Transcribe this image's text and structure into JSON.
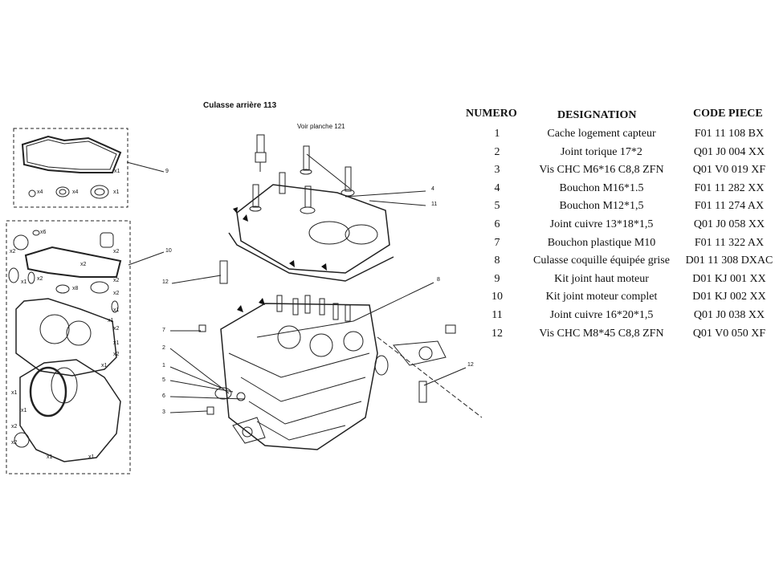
{
  "diagram": {
    "title": "Culasse arrière 113",
    "reference_note": "Voir planche 121",
    "quantity_marks": [
      "x1",
      "x4",
      "x4",
      "x1",
      "x6",
      "x2",
      "x2",
      "x2",
      "x1",
      "x2",
      "x8",
      "x2",
      "x2",
      "x1",
      "x1",
      "x2",
      "x1",
      "x1",
      "x2",
      "x1",
      "x1",
      "x2",
      "x2",
      "x1",
      "x1"
    ],
    "callouts": [
      "9",
      "10",
      "4",
      "11",
      "8",
      "12",
      "7",
      "2",
      "1",
      "5",
      "6",
      "3",
      "12"
    ]
  },
  "table": {
    "headers": {
      "num": "NUMERO",
      "designation": "DESIGNATION",
      "code": "CODE PIECE"
    },
    "rows": [
      {
        "num": "1",
        "designation": "Cache logement capteur",
        "code": "F01 11 108 BX"
      },
      {
        "num": "2",
        "designation": "Joint torique 17*2",
        "code": "Q01 J0 004 XX"
      },
      {
        "num": "3",
        "designation": "Vis CHC M6*16 C8,8 ZFN",
        "code": "Q01 V0 019 XF"
      },
      {
        "num": "4",
        "designation": "Bouchon M16*1.5",
        "code": "F01 11 282 XX"
      },
      {
        "num": "5",
        "designation": "Bouchon M12*1,5",
        "code": "F01 11 274 AX"
      },
      {
        "num": "6",
        "designation": "Joint cuivre 13*18*1,5",
        "code": "Q01 J0 058 XX"
      },
      {
        "num": "7",
        "designation": "Bouchon plastique M10",
        "code": "F01 11 322 AX"
      },
      {
        "num": "8",
        "designation": "Culasse coquille équipée grise",
        "code": "D01 11 308 DXAC"
      },
      {
        "num": "9",
        "designation": "Kit joint haut moteur",
        "code": "D01 KJ 001 XX"
      },
      {
        "num": "10",
        "designation": "Kit joint moteur complet",
        "code": "D01 KJ 002 XX"
      },
      {
        "num": "11",
        "designation": "Joint cuivre 16*20*1,5",
        "code": "Q01 J0 038 XX"
      },
      {
        "num": "12",
        "designation": "Vis CHC M8*45 C8,8 ZFN",
        "code": "Q01 V0 050 XF"
      }
    ]
  }
}
